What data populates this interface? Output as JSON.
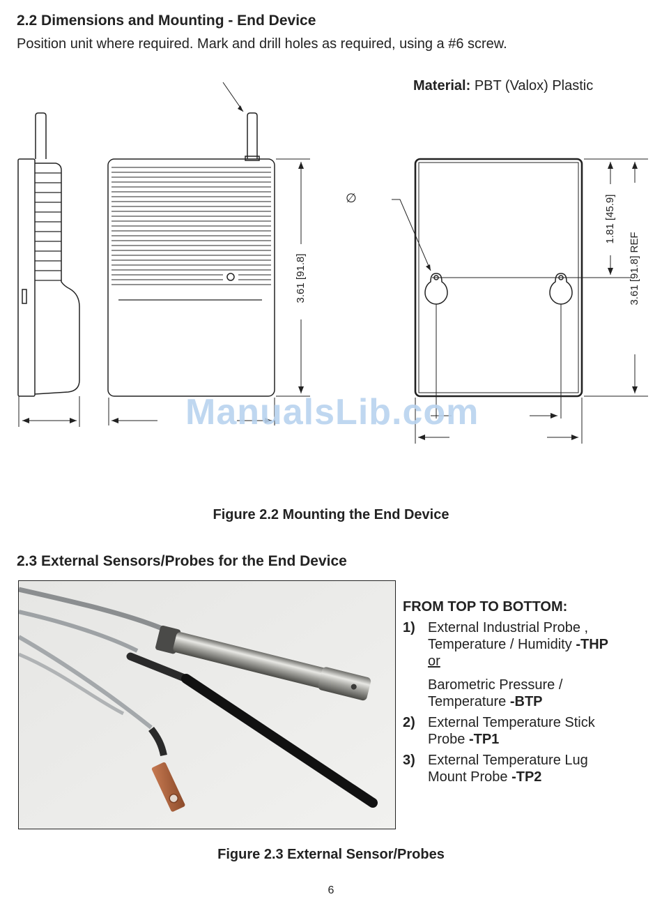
{
  "section_2_2": {
    "heading": "2.2  Dimensions and Mounting - End Device",
    "intro": "Position unit where required. Mark and drill holes as required, using a #6 screw."
  },
  "figure_2_2": {
    "material_label": "Material:",
    "material_value": "PBT (Valox) Plastic",
    "diameter_symbol": "∅",
    "dim_height_front": "3.61 [91.8]",
    "dim_hole_offset": "1.81 [45.9]",
    "dim_height_ref": "3.61 [91.8] REF",
    "caption": "Figure 2.2  Mounting the End Device"
  },
  "watermark": "ManualsLib.com",
  "section_2_3": {
    "heading": "2.3  External Sensors/Probes for the End Device",
    "list_heading": "FROM TOP TO BOTTOM:",
    "items": [
      {
        "num": "1)",
        "line1": "External Industrial Probe ,",
        "line2_text": "Temperature / Humidity",
        "line2_code": "-THP",
        "or_text": "or",
        "line3": "Barometric Pressure /",
        "line4_text": "Temperature",
        "line4_code": "-BTP"
      },
      {
        "num": "2)",
        "line1": "External Temperature Stick",
        "line2_text": "Probe",
        "line2_code": "-TP1"
      },
      {
        "num": "3)",
        "line1": "External Temperature Lug",
        "line2_text": "Mount Probe",
        "line2_code": "-TP2"
      }
    ],
    "caption": "Figure 2.3  External Sensor/Probes"
  },
  "page_number": "6"
}
